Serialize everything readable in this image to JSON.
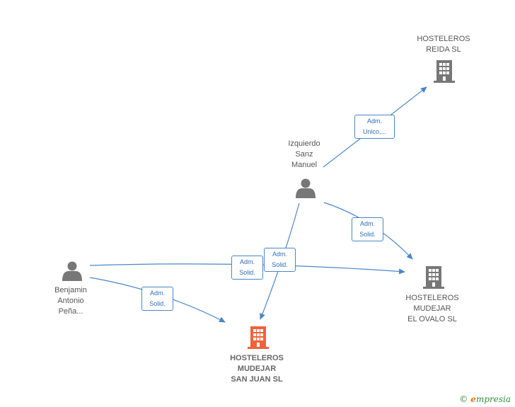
{
  "nodes": {
    "hosteleros_reida": {
      "label": "HOSTELEROS\nREIDA  SL",
      "kind": "company",
      "color": "#777777"
    },
    "izquierdo": {
      "label": "Izquierdo\nSanz\nManuel",
      "kind": "person",
      "color": "#777777"
    },
    "benjamin": {
      "label": "Benjamin\nAntonio\nPeña...",
      "kind": "person",
      "color": "#777777"
    },
    "hosteleros_el_ovalo": {
      "label": "HOSTELEROS\nMUDEJAR\nEL OVALO  SL",
      "kind": "company",
      "color": "#777777"
    },
    "hosteleros_san_juan": {
      "label": "HOSTELEROS\nMUDEJAR\nSAN JUAN  SL",
      "kind": "company-main",
      "color": "#f0623a"
    }
  },
  "edges": [
    {
      "id": "e1",
      "from": "izquierdo",
      "to": "hosteleros_reida",
      "label": "Adm.\nUnico,..."
    },
    {
      "id": "e2",
      "from": "izquierdo",
      "to": "hosteleros_el_ovalo",
      "label": "Adm.\nSolid."
    },
    {
      "id": "e3",
      "from": "izquierdo",
      "to": "hosteleros_san_juan",
      "label": "Adm.\nSolid."
    },
    {
      "id": "e4",
      "from": "benjamin",
      "to": "hosteleros_el_ovalo",
      "label": "Adm.\nSolid."
    },
    {
      "id": "e5",
      "from": "benjamin",
      "to": "hosteleros_san_juan",
      "label": "Adm.\nSolid."
    }
  ],
  "colors": {
    "edge": "#4a86c8",
    "node_gray": "#777777",
    "main": "#f0623a",
    "brand_green": "#2f8f3a",
    "brand_orange": "#e8731f"
  },
  "footer": {
    "copyright": "©",
    "brand_initial": "e",
    "brand_rest": "mpresia"
  }
}
